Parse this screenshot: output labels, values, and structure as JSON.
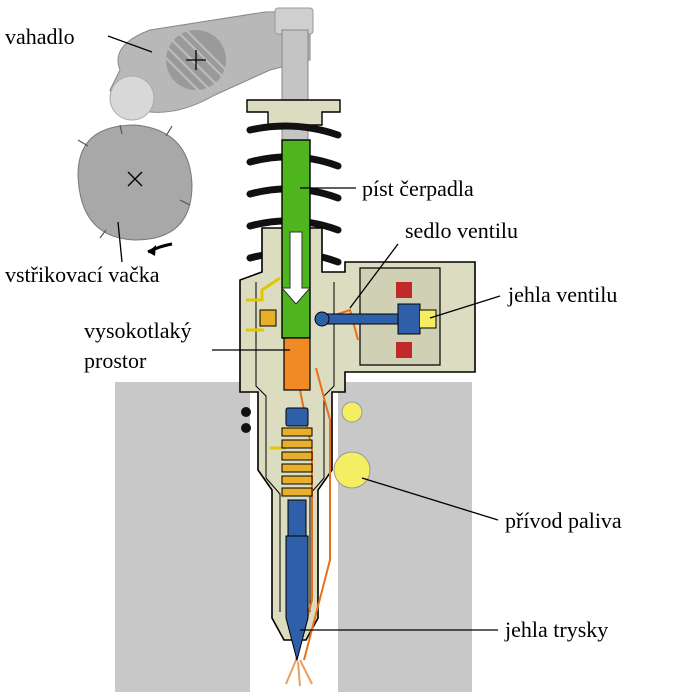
{
  "labels": {
    "rocker_arm": "vahadlo",
    "pump_piston": "píst čerpadla",
    "valve_seat": "sedlo ventilu",
    "injection_cam": "vstřikovací vačka",
    "valve_needle": "jehla ventilu",
    "high_pressure_chamber_line1": "vysokotlaký",
    "high_pressure_chamber_line2": "prostor",
    "fuel_supply": "přívod paliva",
    "nozzle_needle": "jehla trysky"
  },
  "colors": {
    "engine_block": "#c8c8c8",
    "injector_body": "#dcdcc0",
    "pump_piston": "#4fb51f",
    "high_pressure_chamber": "#f08a24",
    "valve_needle": "#2f5fa8",
    "fuel_supply": "#f4ee62",
    "spring": "#1a1a1a",
    "cam": "#a8a8a8",
    "rocker_arm": "#b8b8b8",
    "solenoid_coil": "#c02a2a"
  }
}
